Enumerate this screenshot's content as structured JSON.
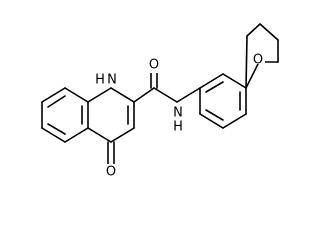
{
  "structure": {
    "atoms": {
      "carbonyl_o": "O",
      "ring_n": "N",
      "ring_n_h": "H",
      "amide_n": "N",
      "amide_n_h": "H",
      "ketone_o": "O",
      "furan_o": "O"
    }
  },
  "colors": {
    "bond": "#000000",
    "label": "#000000",
    "background": "#ffffff"
  }
}
